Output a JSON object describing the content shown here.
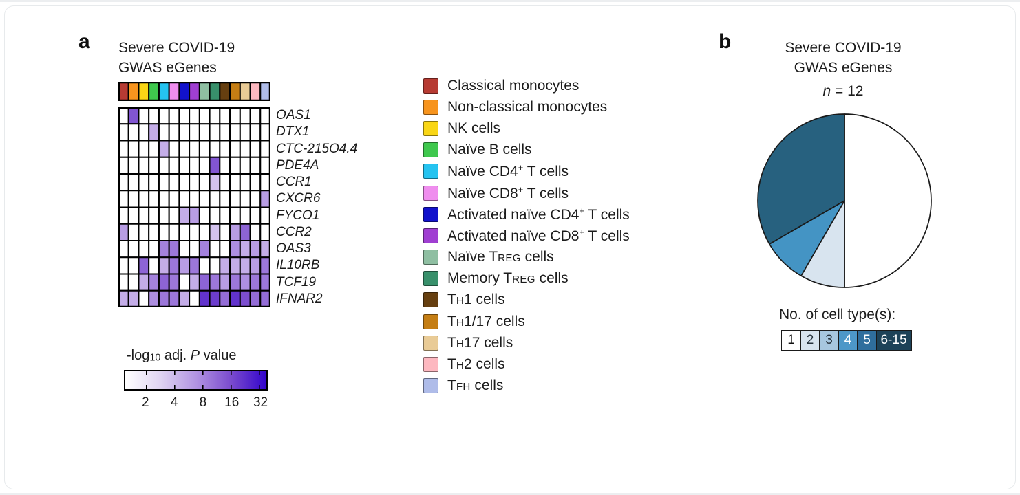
{
  "panel_a": {
    "label": "a",
    "title_lines": [
      "Severe COVID-19",
      "GWAS eGenes"
    ],
    "colorbar": {
      "title_segments": [
        {
          "t": "-log"
        },
        {
          "t": "10",
          "s": "sub"
        },
        {
          "t": " adj. "
        },
        {
          "t": "P",
          "s": "it"
        },
        {
          "t": " value"
        }
      ],
      "ticks": [
        "2",
        "4",
        "8",
        "16",
        "32"
      ],
      "tick_fractions": [
        0.15,
        0.35,
        0.55,
        0.75,
        0.95
      ],
      "gradient_stops": [
        "#FFFFFF",
        "#DFD3F2",
        "#B294E2",
        "#7A4BCE",
        "#3305CB"
      ]
    }
  },
  "cell_type_legend": {
    "items": [
      {
        "name": "Classical monocytes",
        "color": "#B73B33",
        "segments": [
          {
            "t": "Classical monocytes"
          }
        ]
      },
      {
        "name": "Non-classical monocytes",
        "color": "#F7941E",
        "segments": [
          {
            "t": "Non-classical monocytes"
          }
        ]
      },
      {
        "name": "NK cells",
        "color": "#F9D616",
        "segments": [
          {
            "t": "NK cells"
          }
        ]
      },
      {
        "name": "Naïve B cells",
        "color": "#3FC84E",
        "segments": [
          {
            "t": "Naïve B cells"
          }
        ]
      },
      {
        "name": "Naïve CD4+ T cells",
        "color": "#25C3F0",
        "segments": [
          {
            "t": "Naïve CD4"
          },
          {
            "t": "+",
            "s": "sup"
          },
          {
            "t": " T cells"
          }
        ]
      },
      {
        "name": "Naïve CD8+ T cells",
        "color": "#EF8DEE",
        "segments": [
          {
            "t": "Naïve CD8"
          },
          {
            "t": "+",
            "s": "sup"
          },
          {
            "t": " T cells"
          }
        ]
      },
      {
        "name": "Activated naïve CD4+ T cells",
        "color": "#1212CC",
        "segments": [
          {
            "t": "Activated naïve CD4"
          },
          {
            "t": "+",
            "s": "sup"
          },
          {
            "t": " T cells"
          }
        ]
      },
      {
        "name": "Activated naïve CD8+ T cells",
        "color": "#A03FD2",
        "segments": [
          {
            "t": "Activated naïve CD8"
          },
          {
            "t": "+",
            "s": "sup"
          },
          {
            "t": " T cells"
          }
        ]
      },
      {
        "name": "Naïve TREG cells",
        "color": "#8FBFA2",
        "segments": [
          {
            "t": "Naïve T"
          },
          {
            "t": "REG",
            "s": "sc"
          },
          {
            "t": " cells"
          }
        ]
      },
      {
        "name": "Memory TREG cells",
        "color": "#38906B",
        "segments": [
          {
            "t": "Memory T"
          },
          {
            "t": "REG",
            "s": "sc"
          },
          {
            "t": " cells"
          }
        ]
      },
      {
        "name": "TH1 cells",
        "color": "#663F10",
        "segments": [
          {
            "t": "T"
          },
          {
            "t": "H",
            "s": "sc"
          },
          {
            "t": "1 cells"
          }
        ]
      },
      {
        "name": "TH1/17 cells",
        "color": "#C57E14",
        "segments": [
          {
            "t": "T"
          },
          {
            "t": "H",
            "s": "sc"
          },
          {
            "t": "1/17 cells"
          }
        ]
      },
      {
        "name": "TH17 cells",
        "color": "#E9CB96",
        "segments": [
          {
            "t": "T"
          },
          {
            "t": "H",
            "s": "sc"
          },
          {
            "t": "17 cells"
          }
        ]
      },
      {
        "name": "TH2 cells",
        "color": "#FDB8C0",
        "segments": [
          {
            "t": "T"
          },
          {
            "t": "H",
            "s": "sc"
          },
          {
            "t": "2 cells"
          }
        ]
      },
      {
        "name": "TFH cells",
        "color": "#AFBCE9",
        "segments": [
          {
            "t": "T"
          },
          {
            "t": "FH",
            "s": "sc"
          },
          {
            "t": " cells"
          }
        ]
      }
    ]
  },
  "panel_b": {
    "label": "b",
    "title_lines": [
      "Severe COVID-19",
      "GWAS eGenes"
    ],
    "n_segments": [
      {
        "t": "n",
        "s": "it"
      },
      {
        "t": " = 12"
      }
    ],
    "legend_title": "No. of cell type(s):",
    "bins": [
      {
        "label": "1",
        "color": "#FFFFFF",
        "text": "#111111"
      },
      {
        "label": "2",
        "color": "#D8E4EF",
        "text": "#26323C"
      },
      {
        "label": "3",
        "color": "#A7C7DF",
        "text": "#26323C"
      },
      {
        "label": "4",
        "color": "#4D97C8",
        "text": "#FFFFFF"
      },
      {
        "label": "5",
        "color": "#2F6E9D",
        "text": "#FFFFFF"
      },
      {
        "label": "6-15",
        "color": "#1D4258",
        "text": "#FFFFFF"
      }
    ]
  },
  "chart_data": [
    {
      "type": "heatmap",
      "title": "Severe COVID-19 GWAS eGenes",
      "rows": [
        "OAS1",
        "DTX1",
        "CTC-215O4.4",
        "PDE4A",
        "CCR1",
        "CXCR6",
        "FYCO1",
        "CCR2",
        "OAS3",
        "IL10RB",
        "TCF19",
        "IFNAR2"
      ],
      "columns": [
        "Classical monocytes",
        "Non-classical monocytes",
        "NK cells",
        "Naïve B cells",
        "Naïve CD4+ T cells",
        "Naïve CD8+ T cells",
        "Activated naïve CD4+ T cells",
        "Activated naïve CD8+ T cells",
        "Naïve TREG cells",
        "Memory TREG cells",
        "TH1 cells",
        "TH1/17 cells",
        "TH17 cells",
        "TH2 cells",
        "TFH cells"
      ],
      "column_colors": [
        "#B73B33",
        "#F7941E",
        "#F9D616",
        "#3FC84E",
        "#25C3F0",
        "#EF8DEE",
        "#1212CC",
        "#A03FD2",
        "#8FBFA2",
        "#38906B",
        "#663F10",
        "#C57E14",
        "#E9CB96",
        "#FDB8C0",
        "#AFBCE9"
      ],
      "value_label": "-log10 adj. P value",
      "scale_ticks": [
        2,
        4,
        8,
        16,
        32
      ],
      "scale_range": [
        1,
        32
      ],
      "empty_value": 0,
      "values": [
        [
          0,
          12,
          0,
          0,
          0,
          0,
          0,
          0,
          0,
          0,
          0,
          0,
          0,
          0,
          0
        ],
        [
          0,
          0,
          0,
          4,
          0,
          0,
          0,
          0,
          0,
          0,
          0,
          0,
          0,
          0,
          0
        ],
        [
          0,
          0,
          0,
          0,
          4,
          0,
          0,
          0,
          0,
          0,
          0,
          0,
          0,
          0,
          0
        ],
        [
          0,
          0,
          0,
          0,
          0,
          0,
          0,
          0,
          0,
          12,
          0,
          0,
          0,
          0,
          0
        ],
        [
          0,
          0,
          0,
          0,
          0,
          0,
          0,
          0,
          0,
          3,
          0,
          0,
          0,
          0,
          0
        ],
        [
          0,
          0,
          0,
          0,
          0,
          0,
          0,
          0,
          0,
          0,
          0,
          0,
          0,
          0,
          5
        ],
        [
          0,
          0,
          0,
          0,
          0,
          0,
          4,
          5,
          0,
          0,
          0,
          0,
          0,
          0,
          0
        ],
        [
          5,
          0,
          0,
          0,
          0,
          0,
          0,
          0,
          0,
          3,
          0,
          5,
          10,
          0,
          0
        ],
        [
          0,
          0,
          0,
          0,
          7,
          8,
          0,
          0,
          7,
          0,
          0,
          6,
          4,
          5,
          4
        ],
        [
          0,
          0,
          10,
          0,
          4,
          8,
          5,
          8,
          0,
          0,
          4,
          4,
          4,
          5,
          8
        ],
        [
          0,
          0,
          4,
          7,
          10,
          8,
          0,
          4,
          10,
          8,
          5,
          8,
          6,
          8,
          8
        ],
        [
          4,
          4,
          0,
          6,
          8,
          8,
          4,
          0,
          18,
          16,
          9,
          18,
          13,
          9,
          9
        ]
      ]
    },
    {
      "type": "pie",
      "title": "Severe COVID-19 GWAS eGenes",
      "n": 12,
      "n_label": "n = 12",
      "start_angle_deg": 0,
      "direction": "clockwise",
      "slices": [
        {
          "label": "1",
          "value": 6,
          "color": "#FFFFFF"
        },
        {
          "label": "2",
          "value": 1,
          "color": "#D8E4EF"
        },
        {
          "label": "4",
          "value": 1,
          "color": "#4494C4"
        },
        {
          "label": "6-15",
          "value": 4,
          "color": "#27617F"
        }
      ],
      "legend_title": "No. of cell type(s):",
      "legend_bins": [
        "1",
        "2",
        "3",
        "4",
        "5",
        "6-15"
      ]
    }
  ]
}
